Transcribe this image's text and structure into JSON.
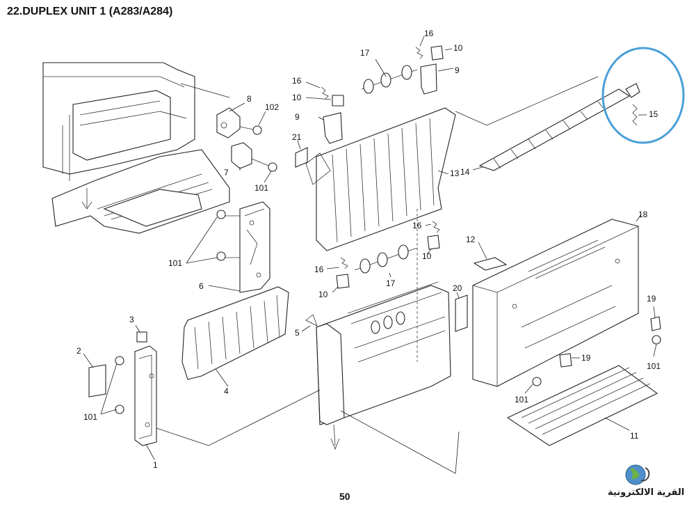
{
  "title": "22.DUPLEX UNIT 1 (A283/A284)",
  "page_number": "50",
  "watermark_text": "القرية الالكترونية",
  "highlight_color": "#4a9fd8",
  "callouts": {
    "c1": "1",
    "c2": "2",
    "c3": "3",
    "c4": "4",
    "c5": "5",
    "c6": "6",
    "c7": "7",
    "c8": "8",
    "c9a": "9",
    "c9b": "9",
    "c10a": "10",
    "c10b": "10",
    "c10c": "10",
    "c10d": "10",
    "c11": "11",
    "c12": "12",
    "c13": "13",
    "c14": "14",
    "c15": "15",
    "c16a": "16",
    "c16b": "16",
    "c16c": "16",
    "c16d": "16",
    "c17a": "17",
    "c17b": "17",
    "c18": "18",
    "c19a": "19",
    "c19b": "19",
    "c20": "20",
    "c21": "21",
    "c101a": "101",
    "c101b": "101",
    "c101c": "101",
    "c101d": "101",
    "c101e": "101",
    "c102": "102"
  }
}
